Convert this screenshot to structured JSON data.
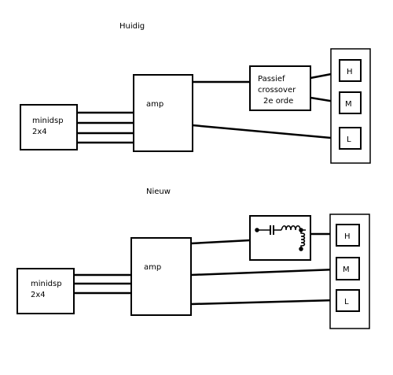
{
  "top": {
    "title": "Huidig",
    "minidsp": [
      "minidsp",
      "2x4"
    ],
    "amp": "amp",
    "crossover": [
      "Passief",
      "crossover",
      "2e orde"
    ],
    "drivers": [
      "H",
      "M",
      "L"
    ]
  },
  "bottom": {
    "title": "Nieuw",
    "minidsp": [
      "minidsp",
      "2x4"
    ],
    "amp": "amp",
    "drivers": [
      "H",
      "M",
      "L"
    ]
  }
}
